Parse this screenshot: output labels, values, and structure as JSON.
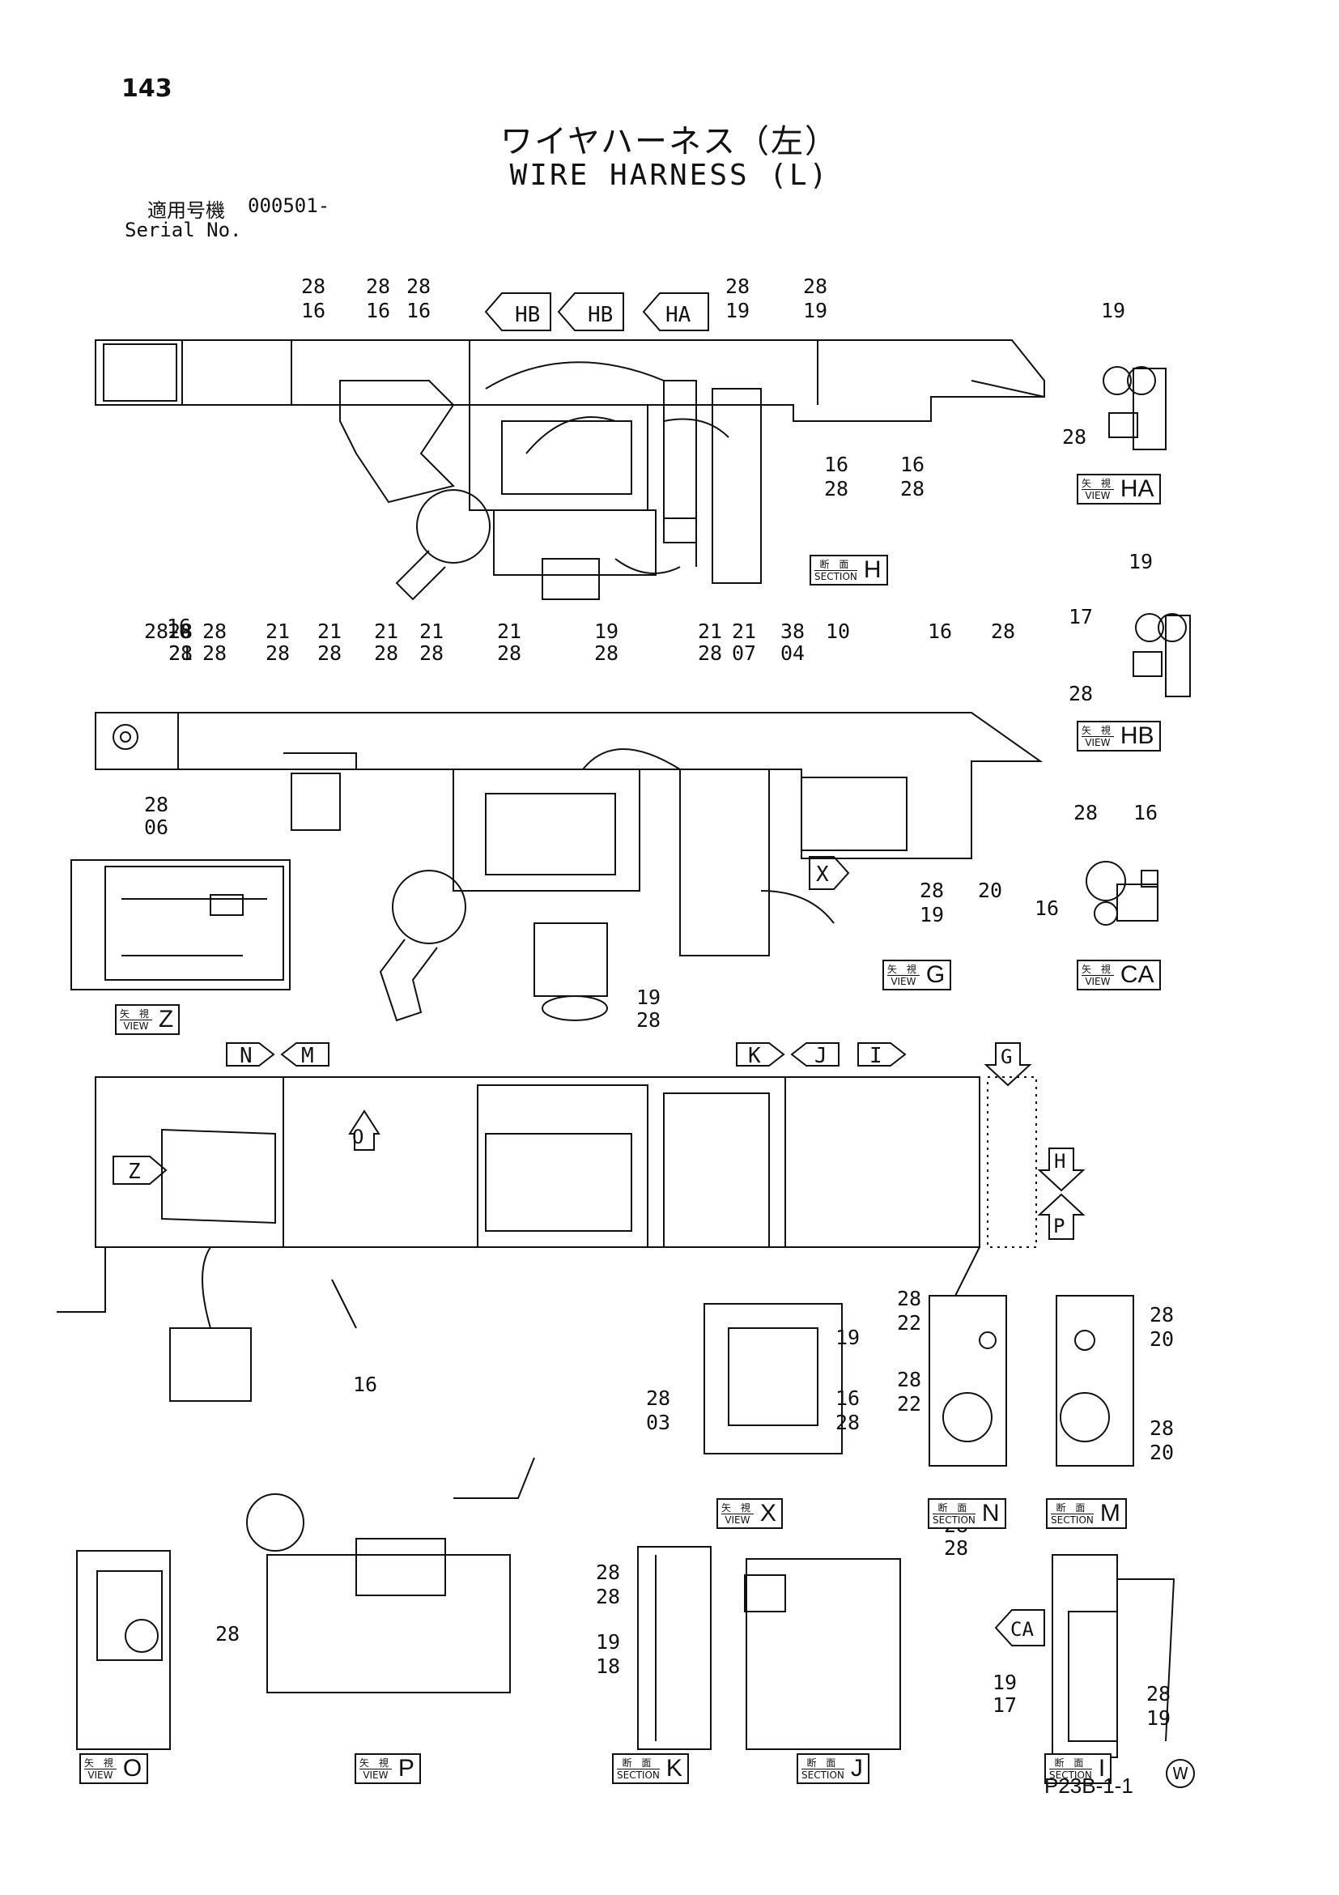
{
  "page_number": "143",
  "title_jp": "ワイヤハーネス（左）",
  "title_en": "WIRE HARNESS (L)",
  "serial": {
    "label_jp": "適用号機",
    "label_en": "Serial No.",
    "value": "000501-"
  },
  "page_code": "P23B-1-1",
  "corner_mark": "W",
  "view_jp": "矢 視",
  "view_en": "VIEW",
  "section_jp": "断 面",
  "section_en": "SECTION",
  "view_boxes": [
    {
      "id": "HA",
      "kind": "view"
    },
    {
      "id": "H",
      "kind": "section"
    },
    {
      "id": "HB",
      "kind": "view"
    },
    {
      "id": "G",
      "kind": "view"
    },
    {
      "id": "CA",
      "kind": "view"
    },
    {
      "id": "Z",
      "kind": "view"
    },
    {
      "id": "X",
      "kind": "view"
    },
    {
      "id": "N",
      "kind": "section"
    },
    {
      "id": "M",
      "kind": "section"
    },
    {
      "id": "O",
      "kind": "view"
    },
    {
      "id": "P",
      "kind": "view"
    },
    {
      "id": "K",
      "kind": "section"
    },
    {
      "id": "J",
      "kind": "section"
    },
    {
      "id": "I",
      "kind": "section"
    }
  ],
  "arrow_markers": [
    "HB",
    "HB",
    "HA",
    "N",
    "M",
    "K",
    "J",
    "I",
    "G",
    "H",
    "P",
    "Z",
    "O",
    "X",
    "CA"
  ],
  "callouts": [
    "28",
    "16",
    "28",
    "16",
    "28",
    "16",
    "28",
    "19",
    "28",
    "19",
    "16",
    "28",
    "16",
    "28",
    "19",
    "28",
    "19",
    "17",
    "28",
    "28",
    "16",
    "28",
    "16",
    "28",
    "21",
    "28",
    "21",
    "28",
    "21",
    "28",
    "21",
    "28",
    "21",
    "28",
    "21",
    "28",
    "19",
    "28",
    "21",
    "28",
    "21",
    "07",
    "38",
    "04",
    "10",
    "16",
    "28",
    "20",
    "28",
    "19",
    "28",
    "16",
    "16",
    "28",
    "06",
    "19",
    "28",
    "19",
    "28",
    "03",
    "16",
    "28",
    "16",
    "28",
    "22",
    "28",
    "22",
    "28",
    "20",
    "28",
    "20",
    "28",
    "28",
    "19",
    "18",
    "28",
    "28",
    "19",
    "17",
    "28",
    "19",
    "28"
  ]
}
